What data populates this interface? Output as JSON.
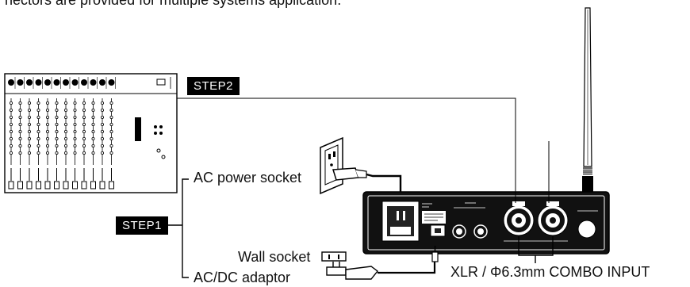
{
  "intro_text": "nectors are provided for multiple systems application.",
  "steps": {
    "step1": "STEP1",
    "step2": "STEP2"
  },
  "labels": {
    "ac_power_socket": "AC power socket",
    "wall_socket": "Wall socket",
    "ac_dc_adaptor": "AC/DC adaptor",
    "combo_input": "XLR / Φ6.3mm COMBO INPUT"
  },
  "colors": {
    "line": "#000000",
    "device": "#111111",
    "background": "#ffffff"
  }
}
